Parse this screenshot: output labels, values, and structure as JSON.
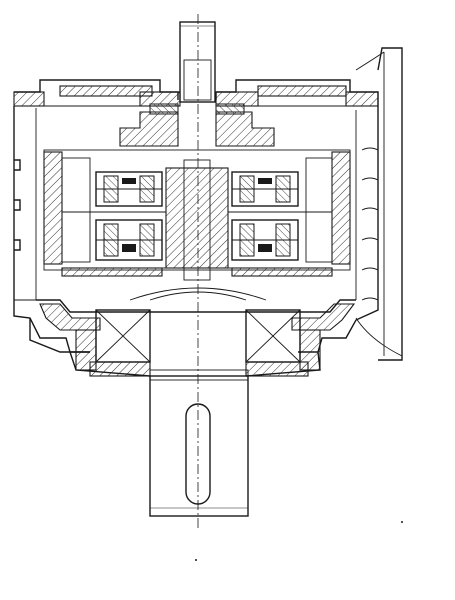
{
  "drawing": {
    "colors": {
      "ink": "#1a1a1a",
      "paper": "#ffffff"
    },
    "parts": {
      "input_shaft": "input-shaft",
      "top_cover": "top-cover",
      "housing": "gear-housing",
      "planetary_stage_upper": "planetary-stage-upper",
      "planetary_stage_lower": "planetary-stage-lower",
      "bearings": "output-bearings",
      "output_shaft": "output-shaft",
      "cooling_fins": "cooling-fins",
      "mounting_flange": "mounting-flange"
    }
  }
}
